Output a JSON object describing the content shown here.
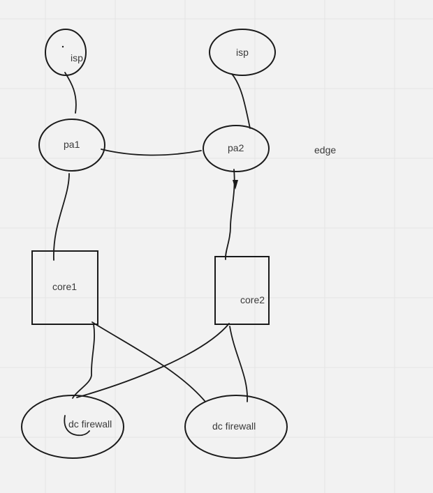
{
  "diagram": {
    "nodes": {
      "isp_left": "isp",
      "isp_right": "isp",
      "pa1": "pa1",
      "pa2": "pa2",
      "core1": "core1",
      "core2": "core2",
      "fw_left": "dc firewall",
      "fw_right": "dc firewall"
    },
    "annotation": "edge"
  }
}
